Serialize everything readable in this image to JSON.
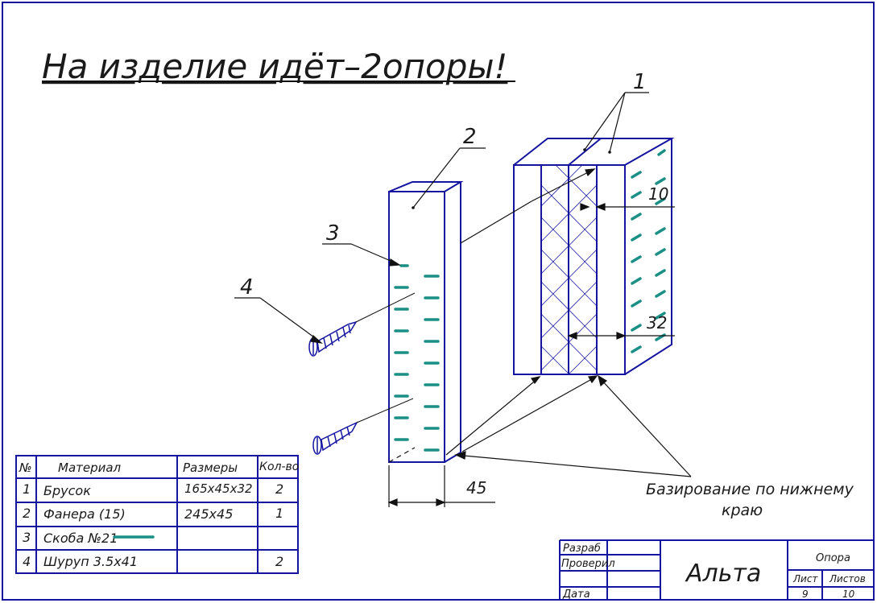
{
  "title": "На изделие идёт–2опоры!",
  "colors": {
    "outline": "#1414a0",
    "staple": "#1a8f86",
    "line": "#111111"
  },
  "callouts": {
    "part1": "1",
    "part2": "2",
    "part3": "3",
    "part4": "4"
  },
  "dimensions": {
    "d10": "10",
    "d32": "32",
    "d45": "45"
  },
  "note": {
    "line1": "Базирование по нижнему",
    "line2": "краю"
  },
  "spec_table": {
    "headers": [
      "№",
      "Материал",
      "Размеры",
      "Кол-во"
    ],
    "rows": [
      {
        "num": "1",
        "material": "Брусок",
        "size": "165х45х32",
        "qty": "2"
      },
      {
        "num": "2",
        "material": "Фанера (15)",
        "size": "245х45",
        "qty": "1"
      },
      {
        "num": "3",
        "material": "Скоба №21",
        "size": "",
        "qty": ""
      },
      {
        "num": "4",
        "material": "Шуруп 3.5х41",
        "size": "",
        "qty": "2"
      }
    ]
  },
  "title_block": {
    "developed": "Разраб",
    "checked": "Проверил",
    "date": "Дата",
    "name": "Альта",
    "part_name": "Опора",
    "sheet_label": "Лист",
    "sheets_label": "Листов",
    "sheet": "9",
    "sheets": "10"
  }
}
